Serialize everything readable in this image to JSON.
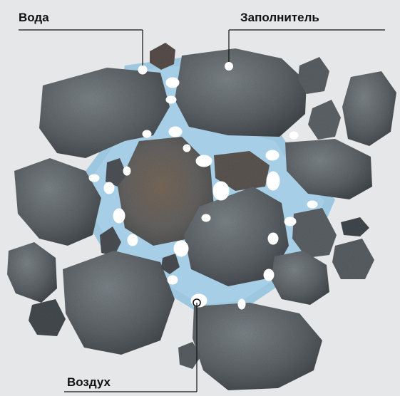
{
  "labels": {
    "water": "Вода",
    "aggregate": "Заполнитель",
    "air": "Воздух"
  },
  "colors": {
    "background": "#e6e7e8",
    "water": "#7fb6d6",
    "water_light": "#b9dcee",
    "stone_dark": "#4e5458",
    "stone_mid": "#6b7175",
    "air_bubble": "#ffffff",
    "leader_line": "#111111"
  }
}
